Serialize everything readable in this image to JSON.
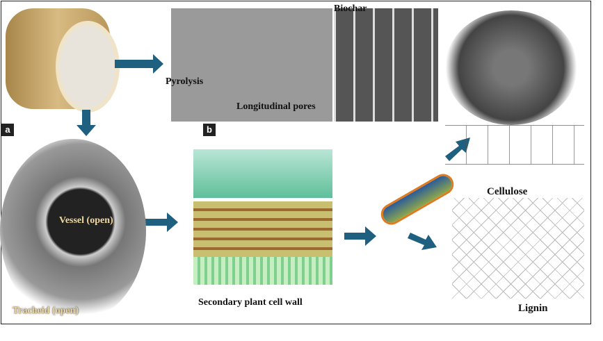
{
  "labels": {
    "biochar": "Biochar",
    "pyrolysis": "Pyrolysis",
    "pores": "Longitudinal pores",
    "vessel": "Vessel (open)",
    "tracheid": "Tracheid (open)",
    "wall": "Secondary plant cell wall",
    "cellulose": "Cellulose",
    "lignin": "Lignin",
    "panel_a": "a",
    "panel_b": "b"
  },
  "colors": {
    "arrow": "#1f5f80",
    "bamboo": "#c9a66b",
    "sem": "#8a8a8a",
    "fiber": "#e07a20"
  }
}
